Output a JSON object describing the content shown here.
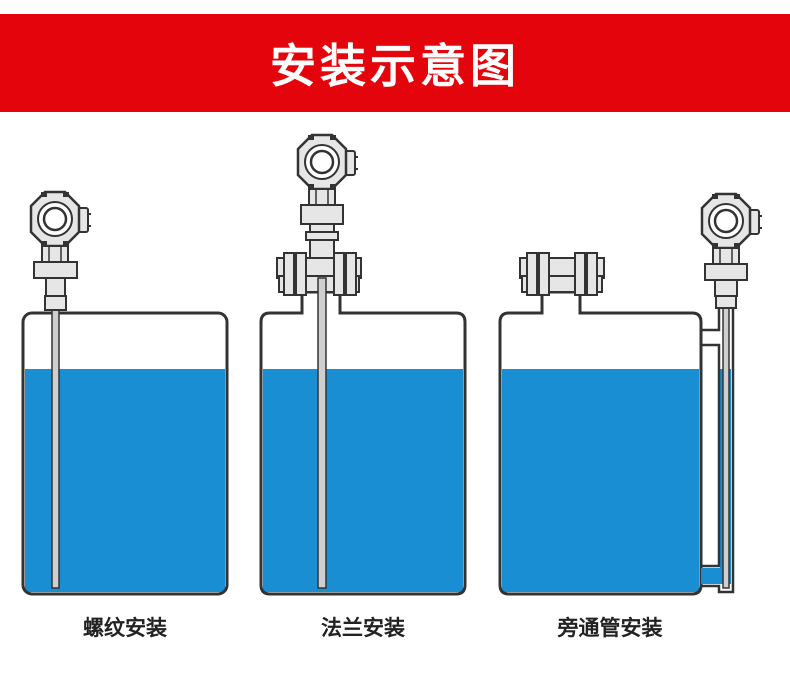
{
  "title": "安装示意图",
  "colors": {
    "banner": "#e3050b",
    "liquid": "#1a8ed2",
    "outline": "#333333",
    "device_body": "#e6e6e6"
  },
  "methods": [
    {
      "label": "螺纹安装"
    },
    {
      "label": "法兰安装"
    },
    {
      "label": "旁通管安装"
    }
  ]
}
